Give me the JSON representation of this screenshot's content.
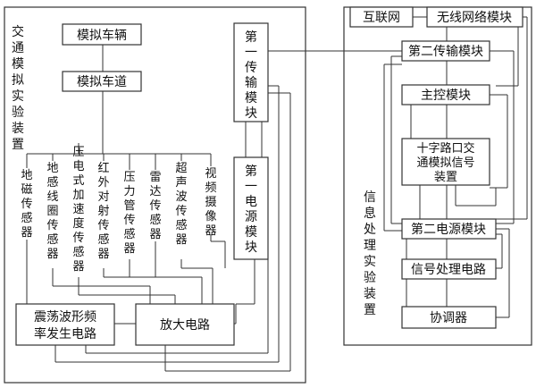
{
  "left_section": {
    "title_chars": [
      "交",
      "通",
      "模",
      "拟",
      "实",
      "验",
      "装",
      "置"
    ]
  },
  "right_section": {
    "title_chars": [
      "信",
      "息",
      "处",
      "理",
      "实",
      "验",
      "装",
      "置"
    ]
  },
  "boxes": {
    "vehicle": "模拟车辆",
    "lane": "模拟车道",
    "transmission1": [
      "第",
      "一",
      "传",
      "输",
      "模",
      "块"
    ],
    "power1": [
      "第",
      "一",
      "电",
      "源",
      "模",
      "块"
    ],
    "oscillation": [
      "震荡波形频",
      "率发生电路"
    ],
    "amplifier": "放大电路",
    "internet": "互联网",
    "wireless": "无线网络模块",
    "transmission2": "第二传输模块",
    "main_control": "主控模块",
    "intersection": [
      "十字路口交",
      "通模拟信号",
      "装置"
    ],
    "power2": "第二电源模块",
    "signal_proc": "信号处理电路",
    "coordinator": "协调器"
  },
  "sensors": [
    [
      "地",
      "磁",
      "传",
      "感",
      "器"
    ],
    [
      "地",
      "感",
      "线",
      "圈",
      "传",
      "感",
      "器"
    ],
    [
      "压",
      "电",
      "式",
      "加",
      "速",
      "度",
      "传",
      "感",
      "器"
    ],
    [
      "红",
      "外",
      "对",
      "射",
      "传",
      "感",
      "器"
    ],
    [
      "压",
      "力",
      "管",
      "传",
      "感",
      "器"
    ],
    [
      "雷",
      "达",
      "传",
      "感",
      "器"
    ],
    [
      "超",
      "声",
      "波",
      "传",
      "感",
      "器"
    ],
    [
      "视",
      "频",
      "摄",
      "像",
      "器"
    ]
  ]
}
